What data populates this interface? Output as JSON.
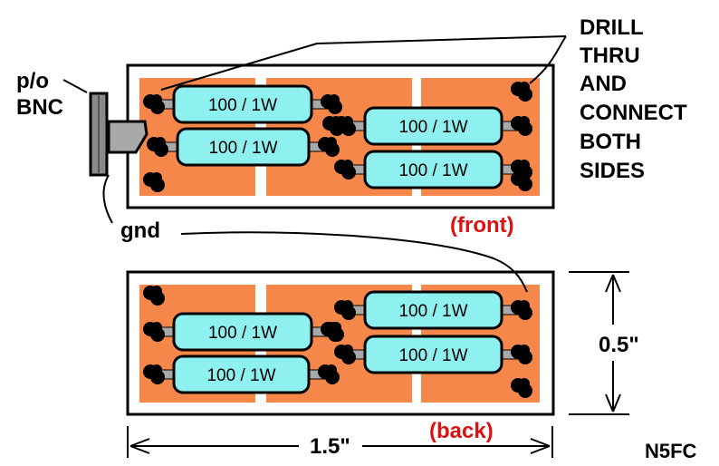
{
  "labels": {
    "bnc_line1": "p/o",
    "bnc_line2": "BNC",
    "gnd": "gnd",
    "front": "(front)",
    "back": "(back)",
    "height_dim": "0.5\"",
    "width_dim": "1.5\"",
    "callsign": "N5FC",
    "note_lines": [
      "DRILL",
      "THRU",
      "AND",
      "CONNECT",
      "BOTH",
      "SIDES"
    ]
  },
  "resistor_label": "100 / 1W",
  "colors": {
    "copper": "#f5874a",
    "resistor": "#8ff0f0",
    "lead": "#a8a8a8",
    "text_red": "#dd1111",
    "outline": "#000000"
  }
}
